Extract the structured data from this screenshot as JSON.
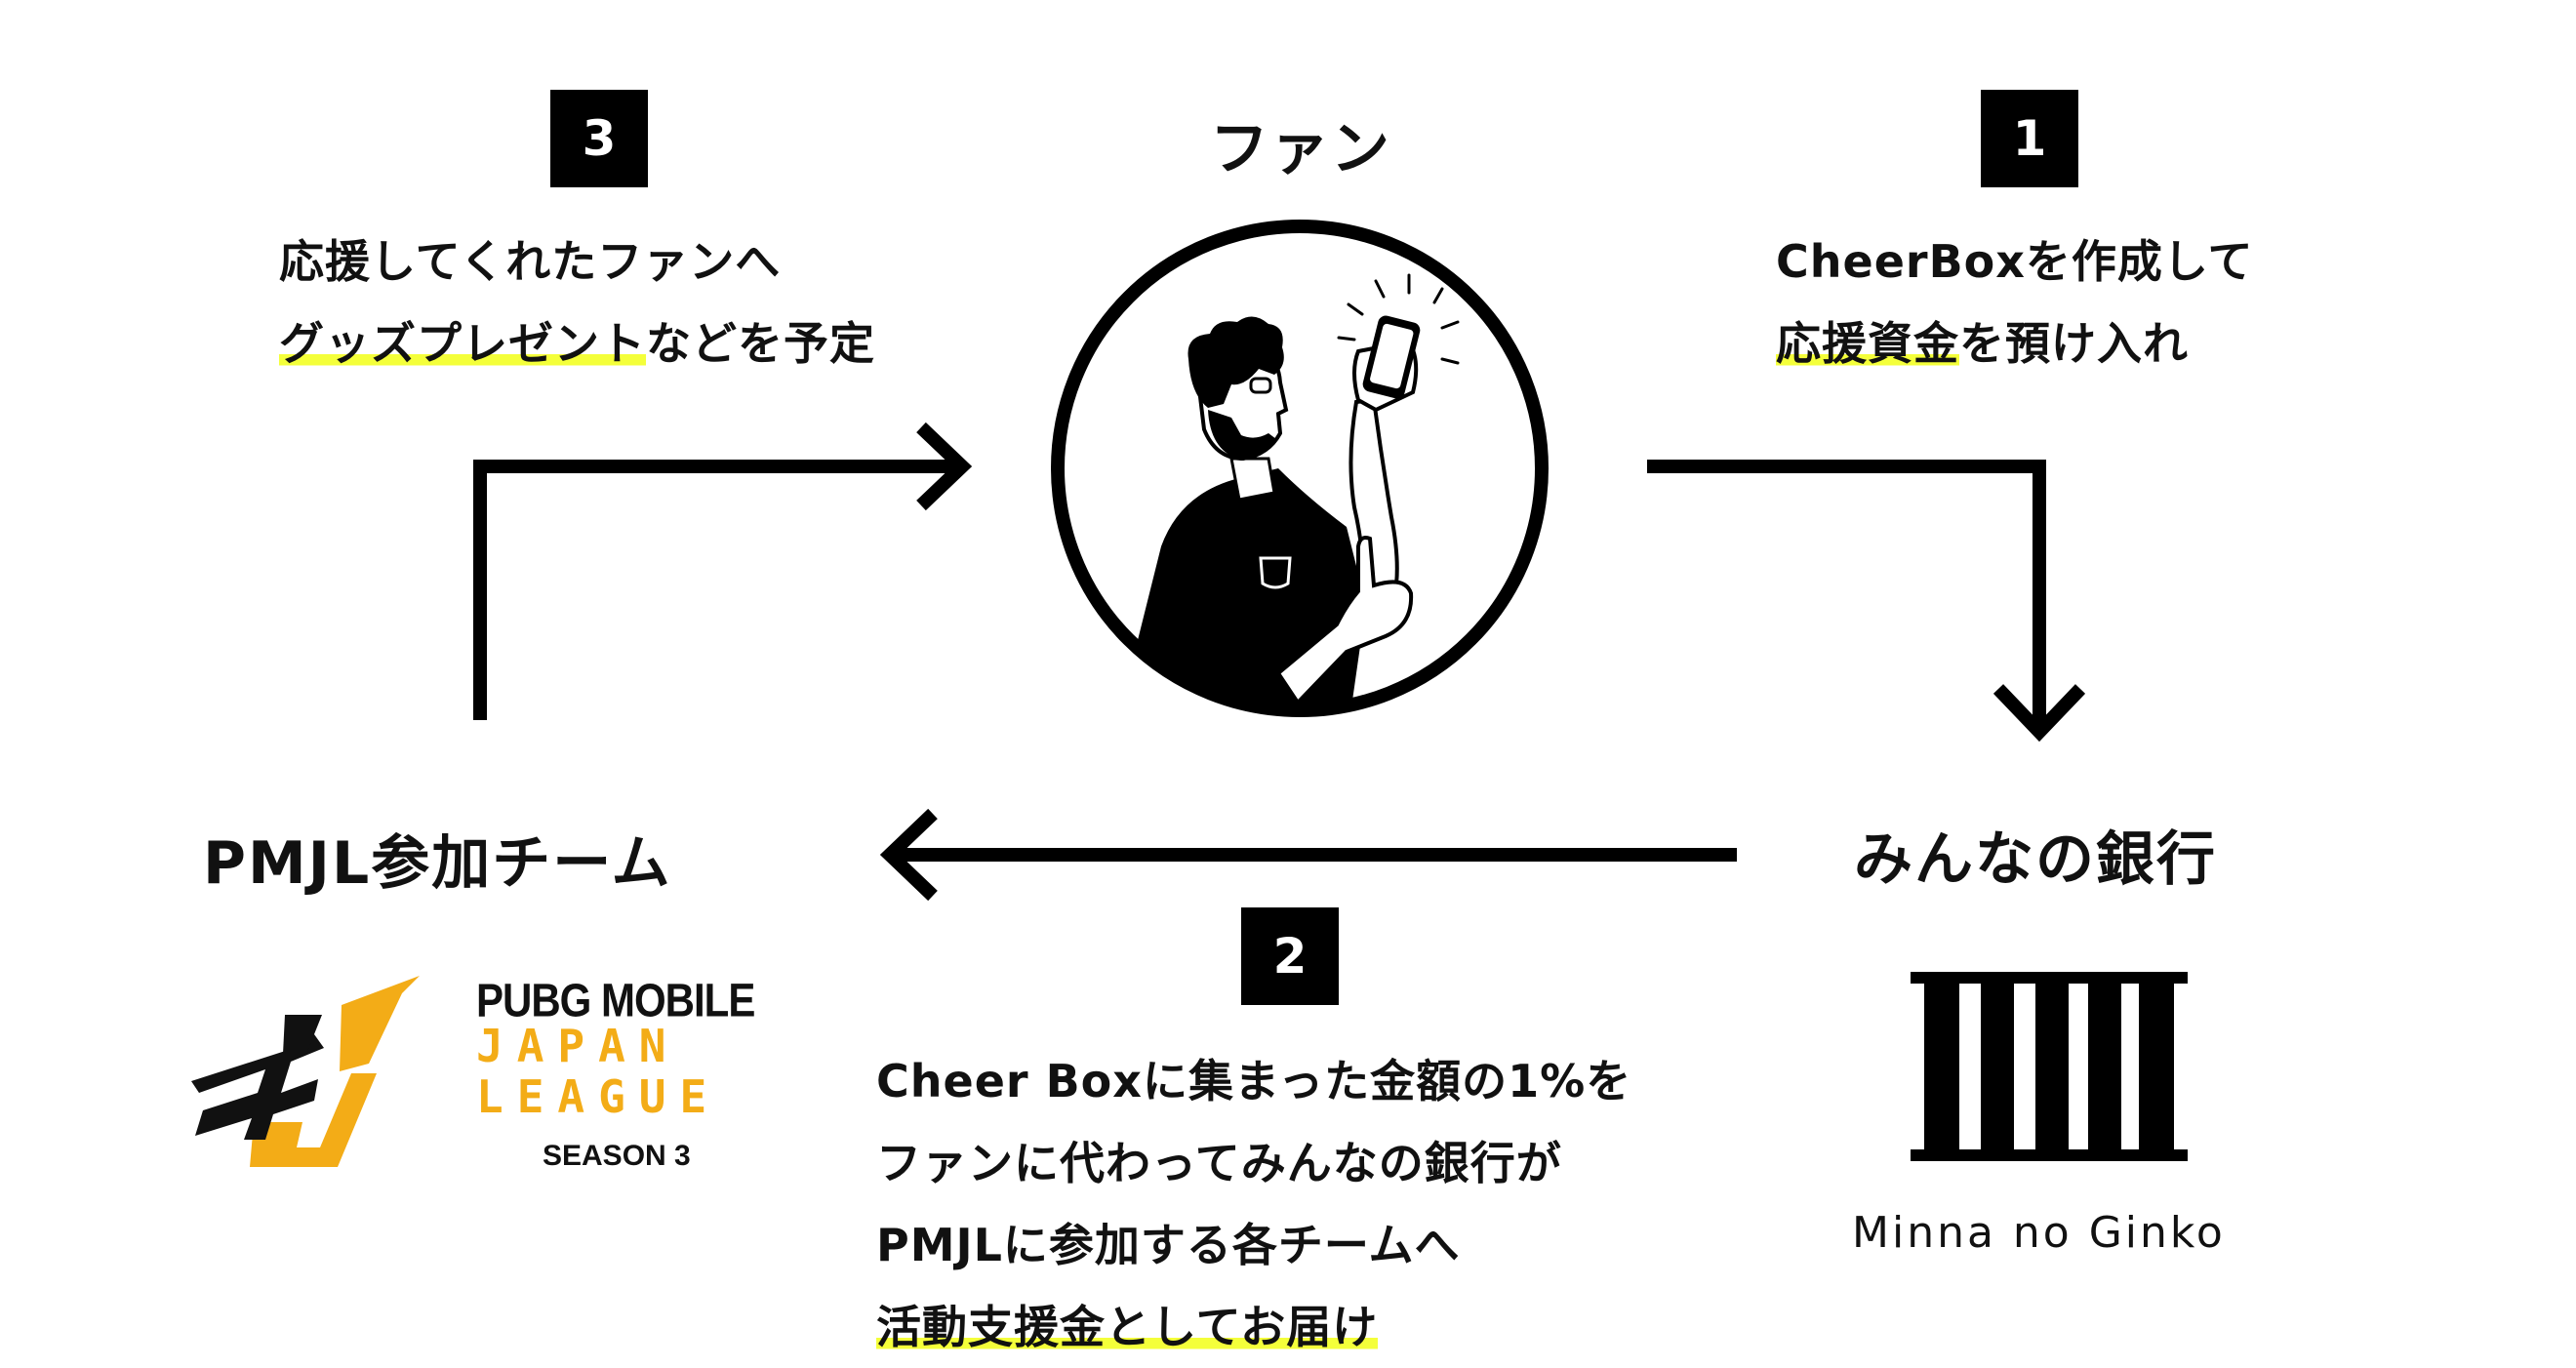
{
  "steps": {
    "s1": {
      "badge": "1",
      "line1": "CheerBoxを作成して",
      "line2_highlight": "応援資金",
      "line2_rest": "を預け入れ"
    },
    "s2": {
      "badge": "2",
      "line1": "Cheer Boxに集まった金額の1%を",
      "line2": "ファンに代わってみんなの銀行が",
      "line3": "PMJLに参加する各チームへ",
      "line4_highlight": "活動支援金としてお届け"
    },
    "s3": {
      "badge": "3",
      "line1": "応援してくれたファンへ",
      "line2_highlight": "グッズプレゼント",
      "line2_rest": "などを予定"
    }
  },
  "nodes": {
    "fan": "ファン",
    "bank": "みんなの銀行",
    "team": "PMJL参加チーム"
  },
  "logos": {
    "pmjl": {
      "line1": "PUBG MOBILE",
      "line2": "JAPAN",
      "line3": "LEAGUE",
      "line4": "SEASON 3"
    },
    "bank_caption": "Minna no Ginko"
  },
  "colors": {
    "highlight": "#f4ff3a",
    "pmjl_accent": "#f3ac17",
    "ink": "#000000"
  }
}
